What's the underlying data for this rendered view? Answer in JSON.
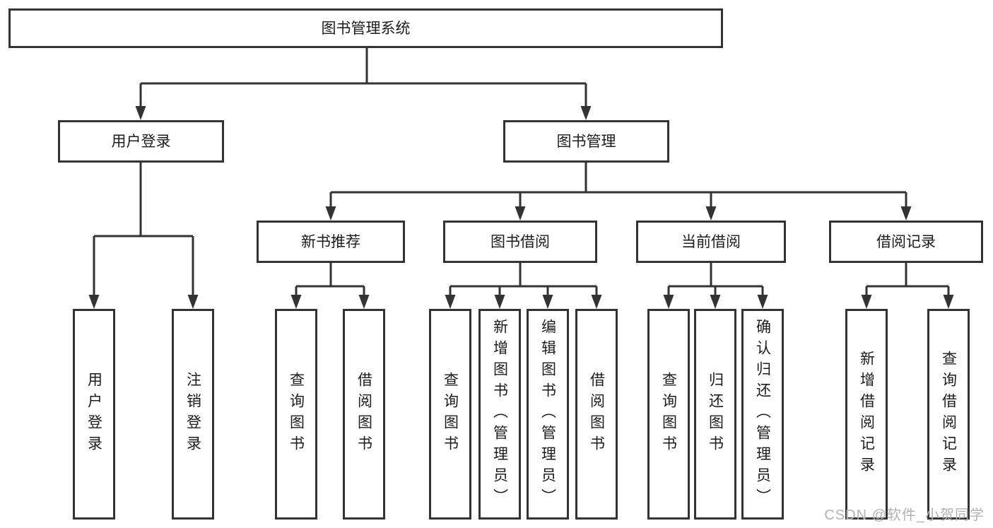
{
  "tree": {
    "root": {
      "label": "图书管理系统",
      "children": [
        {
          "label": "用户登录",
          "children": [
            {
              "label": "用户登录"
            },
            {
              "label": "注销登录"
            }
          ]
        },
        {
          "label": "图书管理",
          "children": [
            {
              "label": "新书推荐",
              "children": [
                {
                  "label": "查询图书"
                },
                {
                  "label": "借阅图书"
                }
              ]
            },
            {
              "label": "图书借阅",
              "children": [
                {
                  "label": "查询图书"
                },
                {
                  "label": "新增图书（管理员）"
                },
                {
                  "label": "编辑图书（管理员）"
                },
                {
                  "label": "借阅图书"
                }
              ]
            },
            {
              "label": "当前借阅",
              "children": [
                {
                  "label": "查询图书"
                },
                {
                  "label": "归还图书"
                },
                {
                  "label": "确认归还（管理员）"
                }
              ]
            },
            {
              "label": "借阅记录",
              "children": [
                {
                  "label": "新增借阅记录"
                },
                {
                  "label": "查询借阅记录"
                }
              ]
            }
          ]
        }
      ]
    }
  },
  "watermark": "CSDN @软件_小贺同学",
  "colors": {
    "line": "#333333",
    "text": "#1c1c1c",
    "watermark": "#b3b3b3",
    "background": "#ffffff"
  }
}
